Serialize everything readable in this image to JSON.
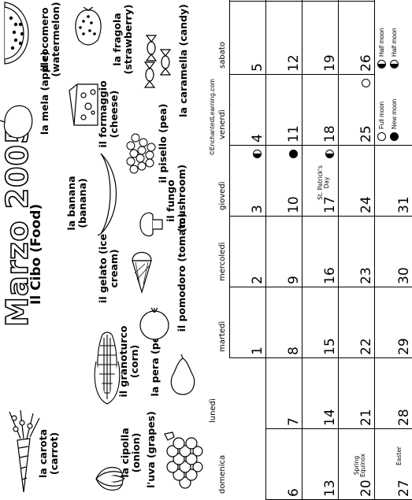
{
  "title": "Marzo 2005",
  "subtitle": "Il Cibo (Food)",
  "copyright": "©EnchantedLearning.com",
  "foods": [
    {
      "id": "grapes",
      "label": "l'uva (grapes)"
    },
    {
      "id": "onion",
      "label": "la cipolla (onion)"
    },
    {
      "id": "carrot",
      "label": "la carota (carrot)"
    },
    {
      "id": "pear",
      "label": "la pera (pear)"
    },
    {
      "id": "corn",
      "label": "il granoturco (corn)"
    },
    {
      "id": "icecream",
      "label": "il gelato (ice cream)"
    },
    {
      "id": "tomato",
      "label": "il pomodoro (tomato)"
    },
    {
      "id": "banana",
      "label": "la banana (banana)"
    },
    {
      "id": "mushroom",
      "label": "il fungo (mushroom)"
    },
    {
      "id": "apple",
      "label": "la mela (apple)"
    },
    {
      "id": "cheese",
      "label": "il formaggio (cheese)"
    },
    {
      "id": "pea",
      "label": "il pisello (pea)"
    },
    {
      "id": "watermelon",
      "label": "il cocomero (watermelon)"
    },
    {
      "id": "strawberry",
      "label": "la fragola (strawberry)"
    },
    {
      "id": "candy",
      "label": "la caramella (candy)"
    }
  ],
  "calendar": {
    "days": [
      "domenica",
      "lunedì",
      "martedì",
      "mercoledì",
      "giovedì",
      "venerdì",
      "sabato"
    ],
    "weeks": [
      [
        null,
        null,
        "1",
        "2",
        "3",
        "4",
        "5"
      ],
      [
        "6",
        "7",
        "8",
        "9",
        "10",
        "11",
        "12"
      ],
      [
        "13",
        "14",
        "15",
        "16",
        "17",
        "18",
        "19"
      ],
      [
        "20",
        "21",
        "22",
        "23",
        "24",
        "25",
        "26"
      ],
      [
        "27",
        "28",
        "29",
        "30",
        "31",
        null,
        null
      ]
    ],
    "notes": {
      "spring": "Spring Equinox",
      "stpatrick": "St. Patrick's Day",
      "easter": "Easter"
    },
    "legend": {
      "full": "Full moon",
      "new": "New moon",
      "half1": "Half moon",
      "half2": "Half moon"
    }
  }
}
